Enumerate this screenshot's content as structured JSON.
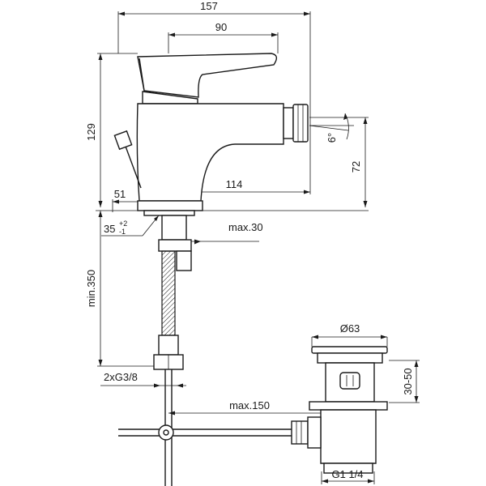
{
  "dimensions": {
    "overall_length": "157",
    "lever_length": "90",
    "height": "129",
    "spout_height": "72",
    "spout_angle": "6°",
    "spout_reach": "114",
    "base_offset": "51",
    "hole_size_main": "35",
    "hole_tol_plus": "+2",
    "hole_tol_minus": "-1",
    "max_deck": "max.30",
    "min_hose": "min.350",
    "connections": "2xG3/8",
    "waste_diameter": "Ø63",
    "waste_height": "30-50",
    "max_rod": "max.150",
    "waste_thread": "G1 1/4"
  },
  "colors": {
    "line": "#1a1a1a",
    "background": "#ffffff"
  }
}
